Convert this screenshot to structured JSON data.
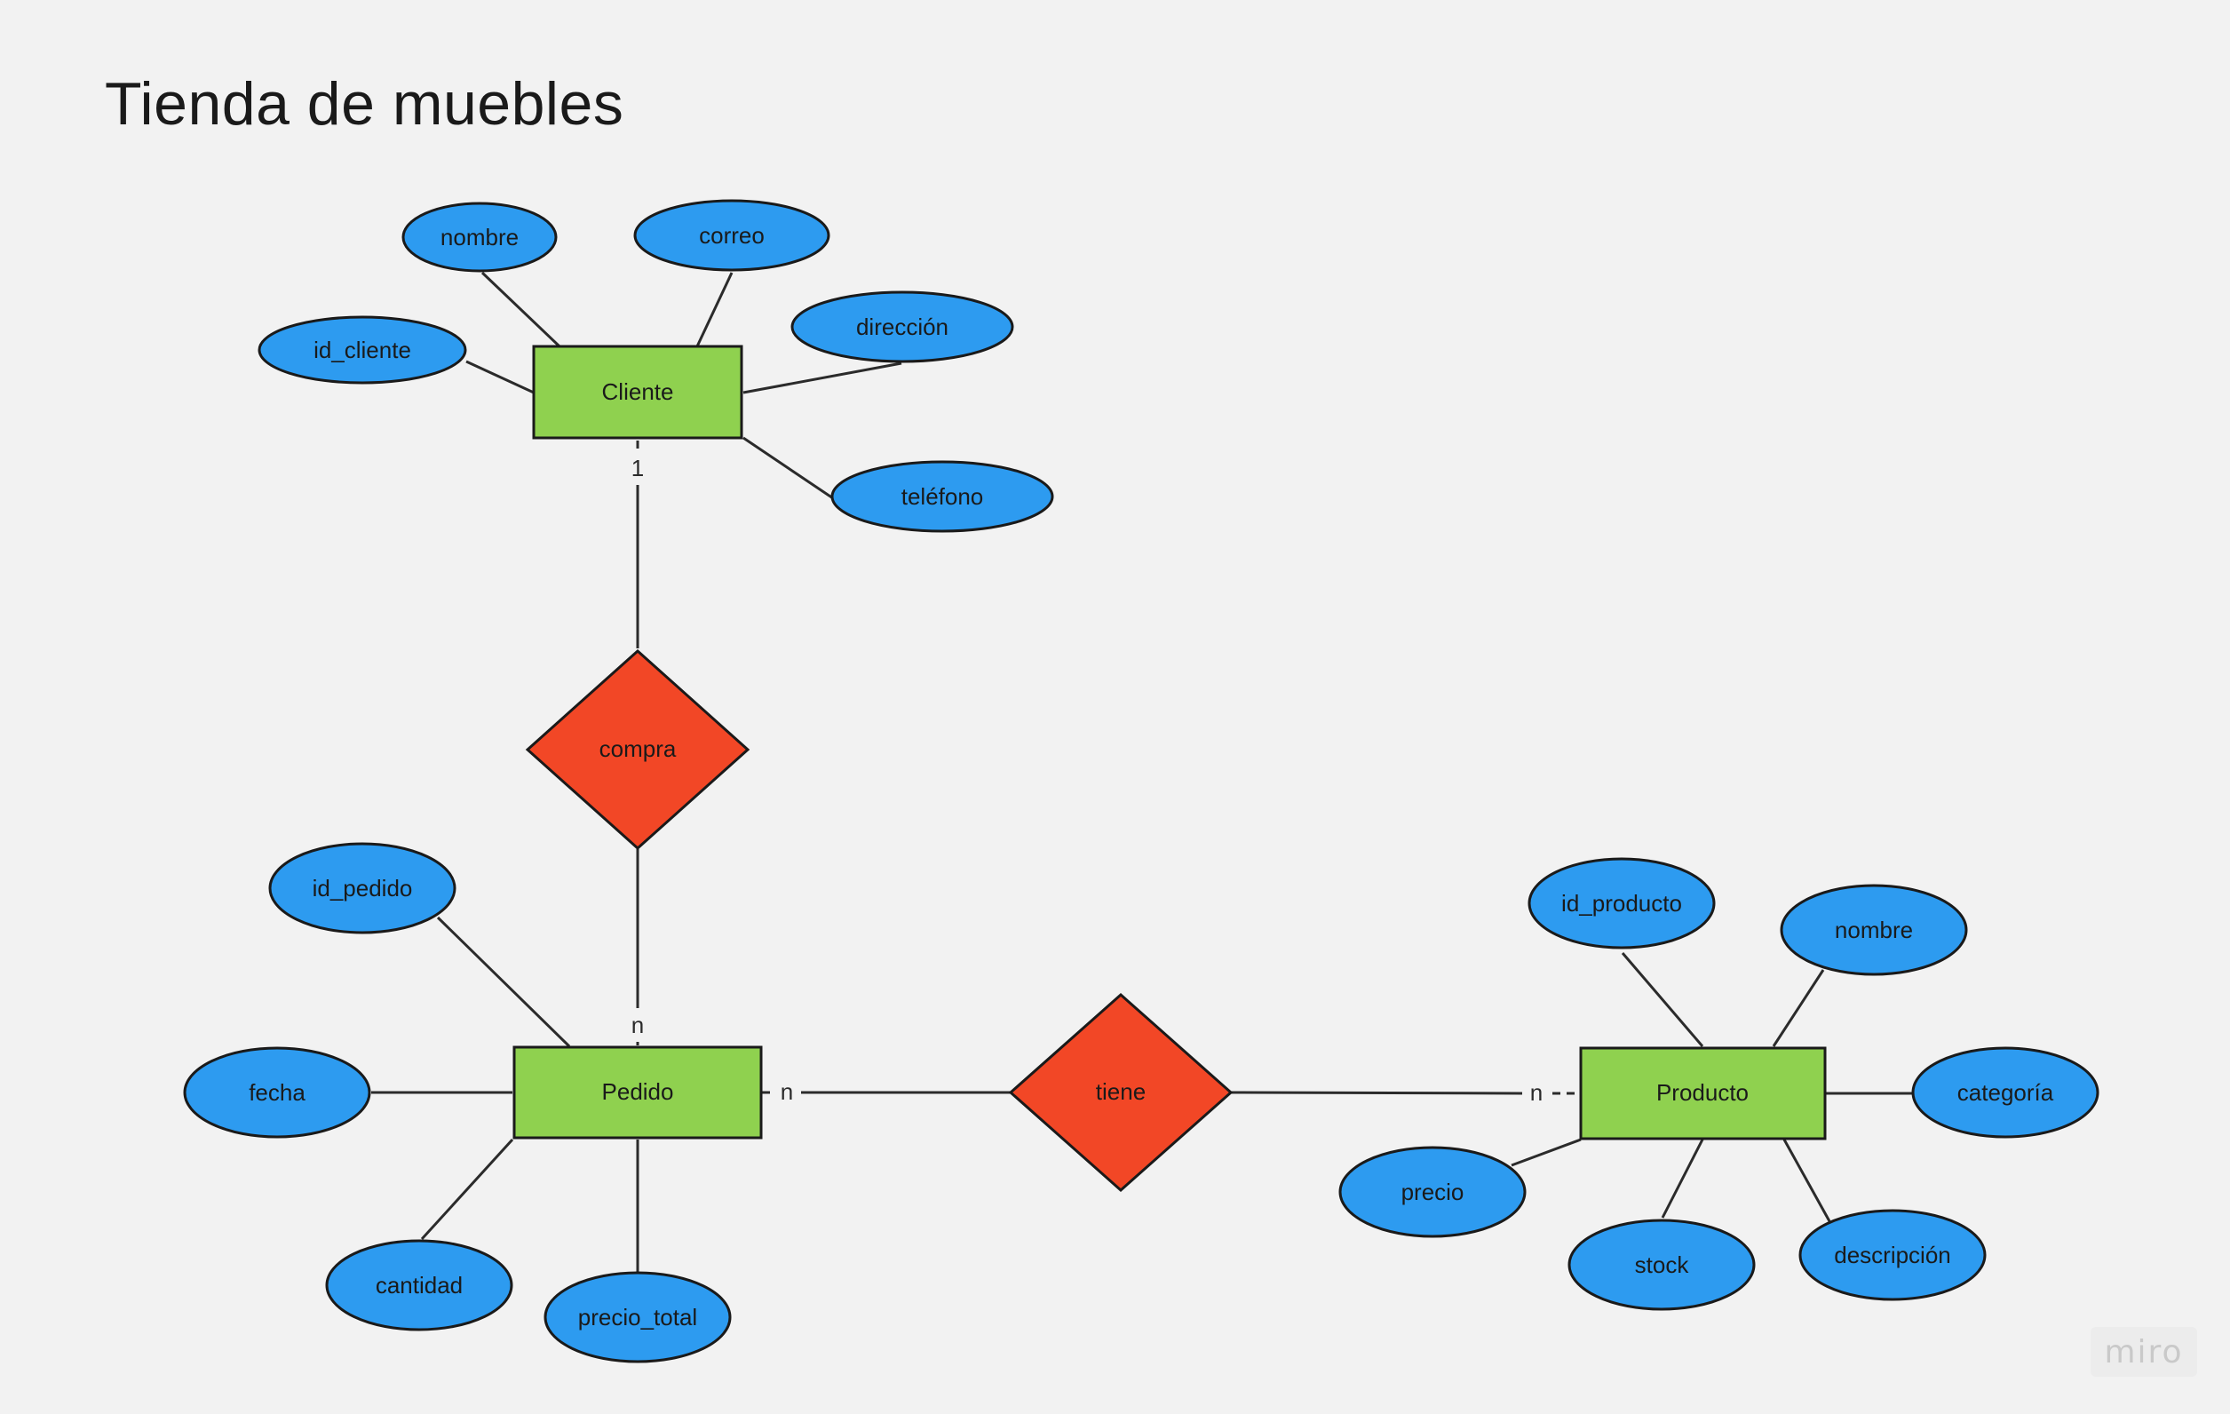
{
  "title": "Tienda de muebles",
  "watermark": "miro",
  "colors": {
    "background": "#f2f2f2",
    "entity": "#8fd14f",
    "attribute": "#2d9bf0",
    "relationship": "#f24726",
    "stroke": "#1a1a1a"
  },
  "entities": {
    "cliente": "Cliente",
    "pedido": "Pedido",
    "producto": "Producto"
  },
  "relationships": {
    "compra": "compra",
    "tiene": "tiene"
  },
  "attributes": {
    "cliente": [
      "nombre",
      "correo",
      "id_cliente",
      "dirección",
      "teléfono"
    ],
    "pedido": [
      "id_pedido",
      "fecha",
      "cantidad",
      "precio_total"
    ],
    "producto": [
      "id_producto",
      "nombre",
      "categoría",
      "precio",
      "stock",
      "descripción"
    ]
  },
  "cardinalities": {
    "cliente_compra": "1",
    "pedido_compra": "n",
    "pedido_tiene": "n",
    "producto_tiene": "n"
  }
}
